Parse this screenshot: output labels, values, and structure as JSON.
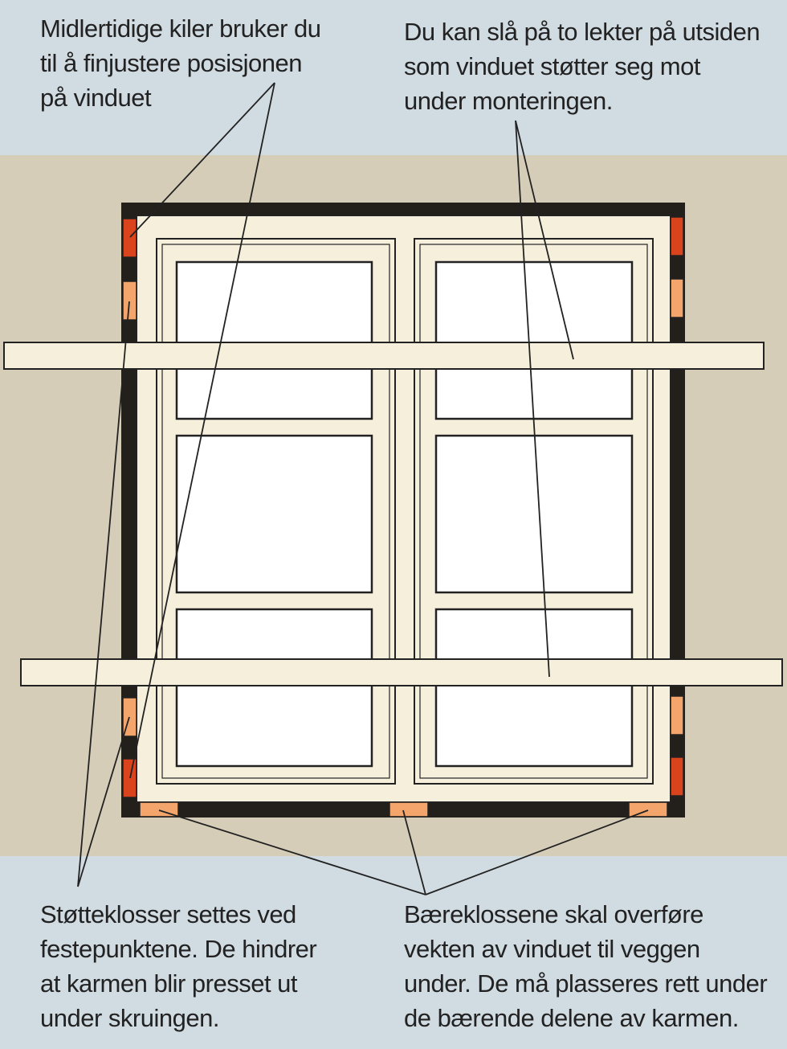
{
  "captions": {
    "top_left": [
      "Midlertidige kiler bruker du",
      "til å finjustere posisjonen",
      "på vinduet"
    ],
    "top_right": [
      "Du kan slå på to lekter på utsiden",
      "som vinduet støtter seg mot",
      "under monteringen."
    ],
    "bottom_left": [
      "Støtteklosser settes ved",
      "festepunktene. De hindrer",
      "at karmen blir presset ut",
      "under skruingen."
    ],
    "bottom_right": [
      "Bæreklossene skal overføre",
      "vekten av vinduet til veggen",
      "under. De må plasseres rett under",
      "de bærende delene av karmen."
    ]
  },
  "colors": {
    "background": "#d1dbe2",
    "wall": "#d5cdb7",
    "frame_outer": "#231f1b",
    "frame_wood": "#f6efdc",
    "glass": "#ffffff",
    "wedge": "#d9441c",
    "support_block": "#f3a56b"
  }
}
